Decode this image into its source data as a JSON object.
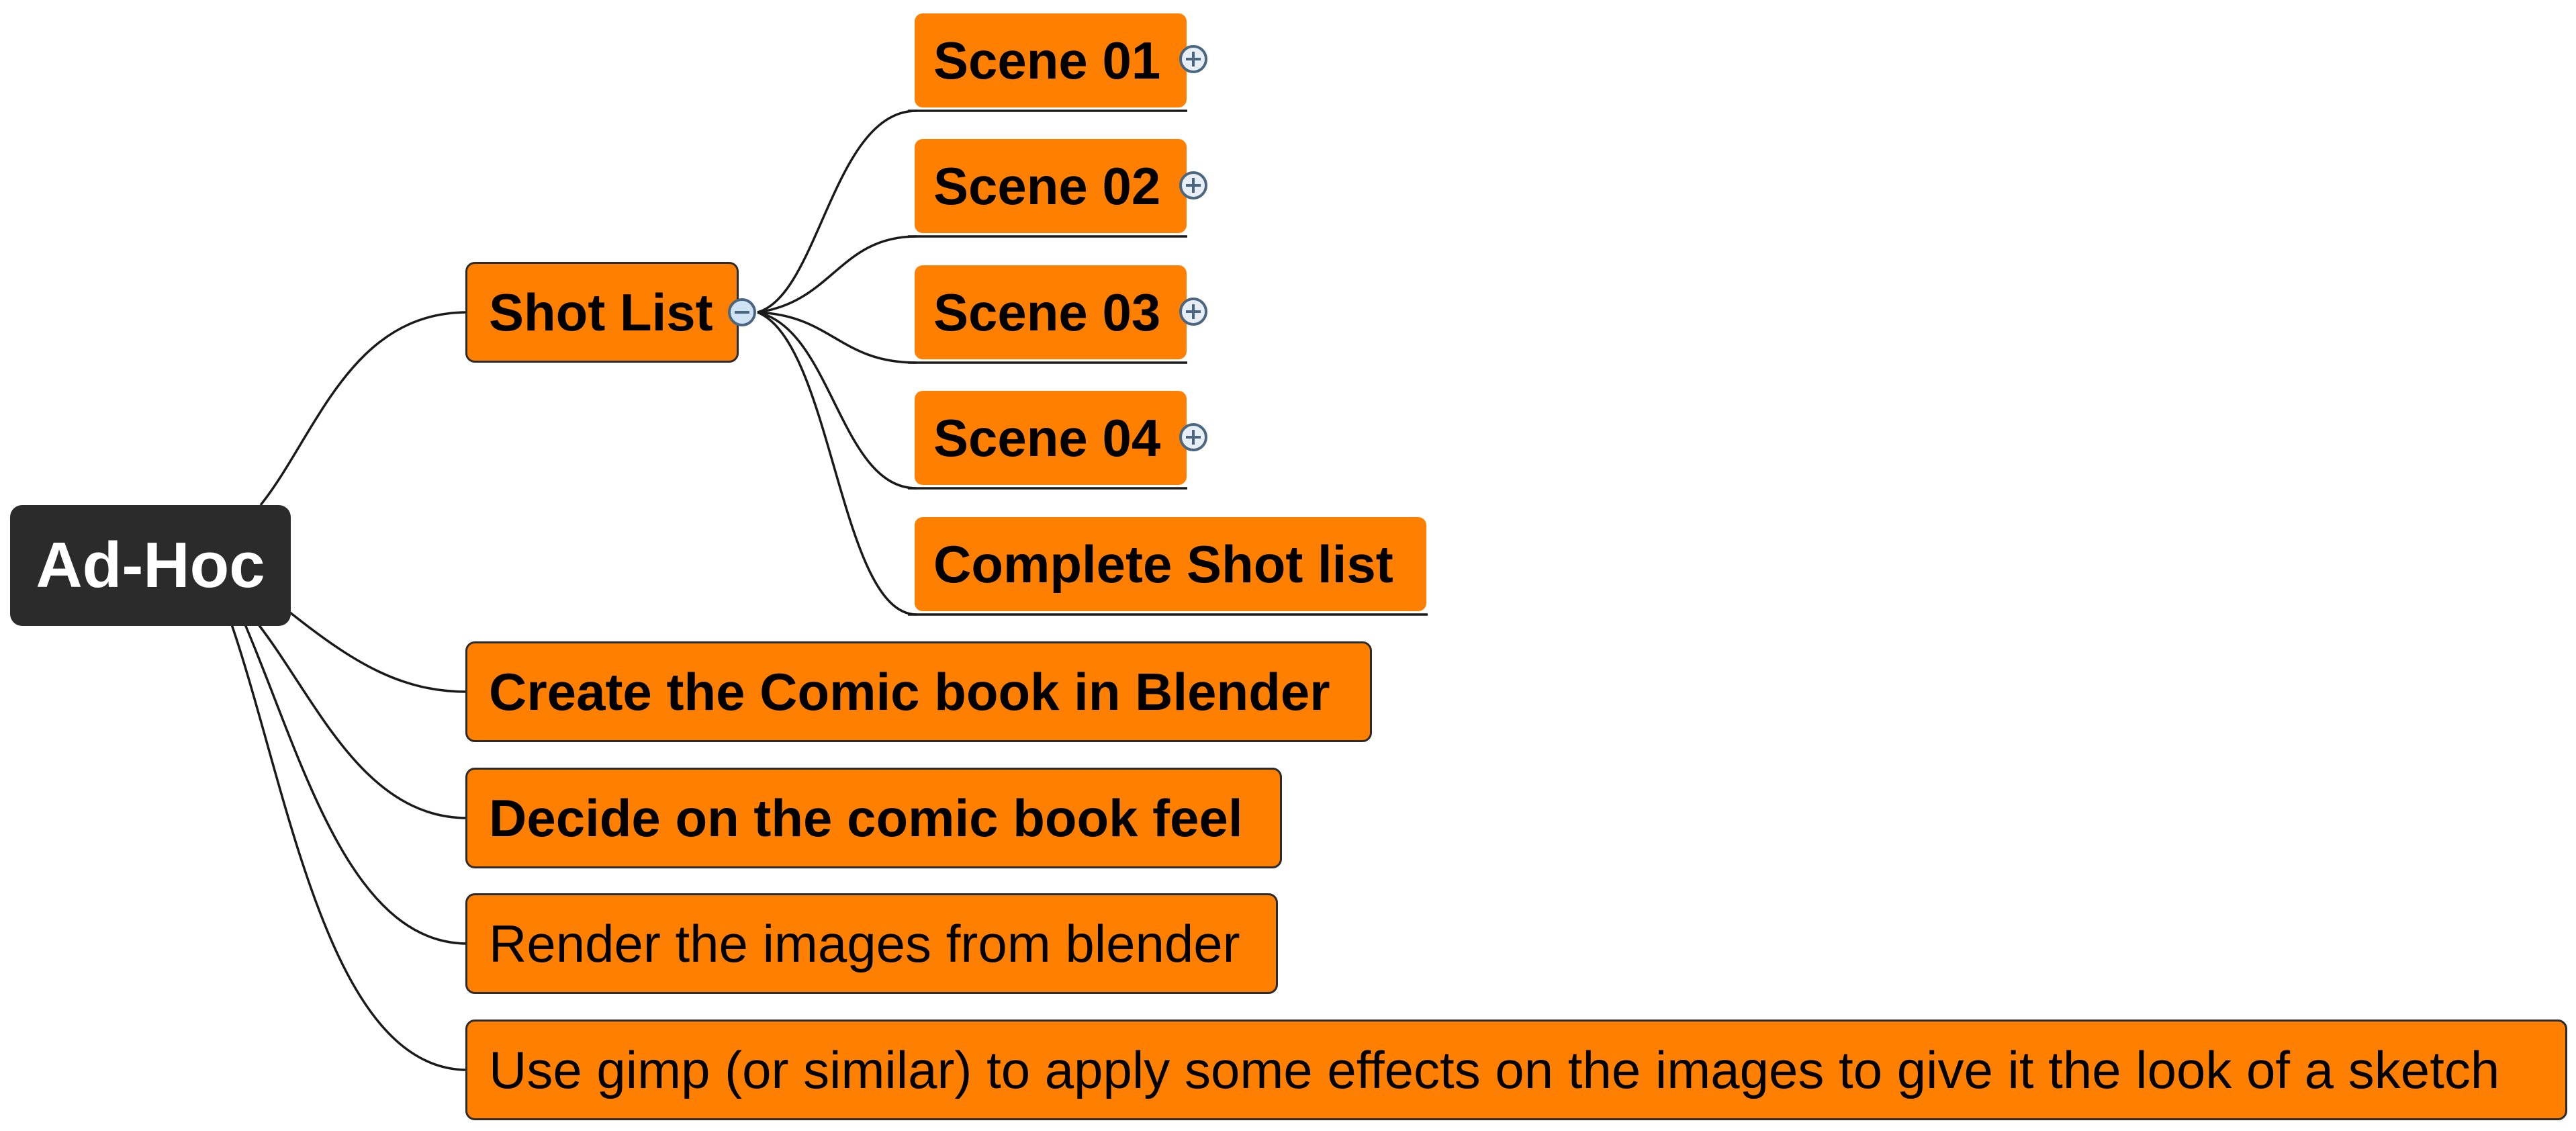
{
  "colors": {
    "root_fill": "#2b2b2b",
    "node_fill": "#ff7f00",
    "node_border": "#2b2b2b",
    "connector": "#1a1a1a",
    "toggle_stroke": "#4a6680",
    "toggle_collapse_fill": "#cfe3f5",
    "toggle_expand_fill": "#e8eef5"
  },
  "map": {
    "root": {
      "label": "Ad-Hoc"
    },
    "topics": [
      {
        "label": "Shot List",
        "toggle": "collapse-icon",
        "subtopics": [
          {
            "label": "Scene 01",
            "toggle": "expand-icon"
          },
          {
            "label": "Scene 02",
            "toggle": "expand-icon"
          },
          {
            "label": "Scene 03",
            "toggle": "expand-icon"
          },
          {
            "label": "Scene 04",
            "toggle": "expand-icon"
          },
          {
            "label": "Complete Shot list"
          }
        ]
      },
      {
        "label": "Create the Comic book in Blender"
      },
      {
        "label": "Decide on the comic book feel"
      },
      {
        "label": "Render the images from blender"
      },
      {
        "label": "Use gimp (or similar) to apply some effects on the images to give it the look of a sketch"
      }
    ]
  }
}
